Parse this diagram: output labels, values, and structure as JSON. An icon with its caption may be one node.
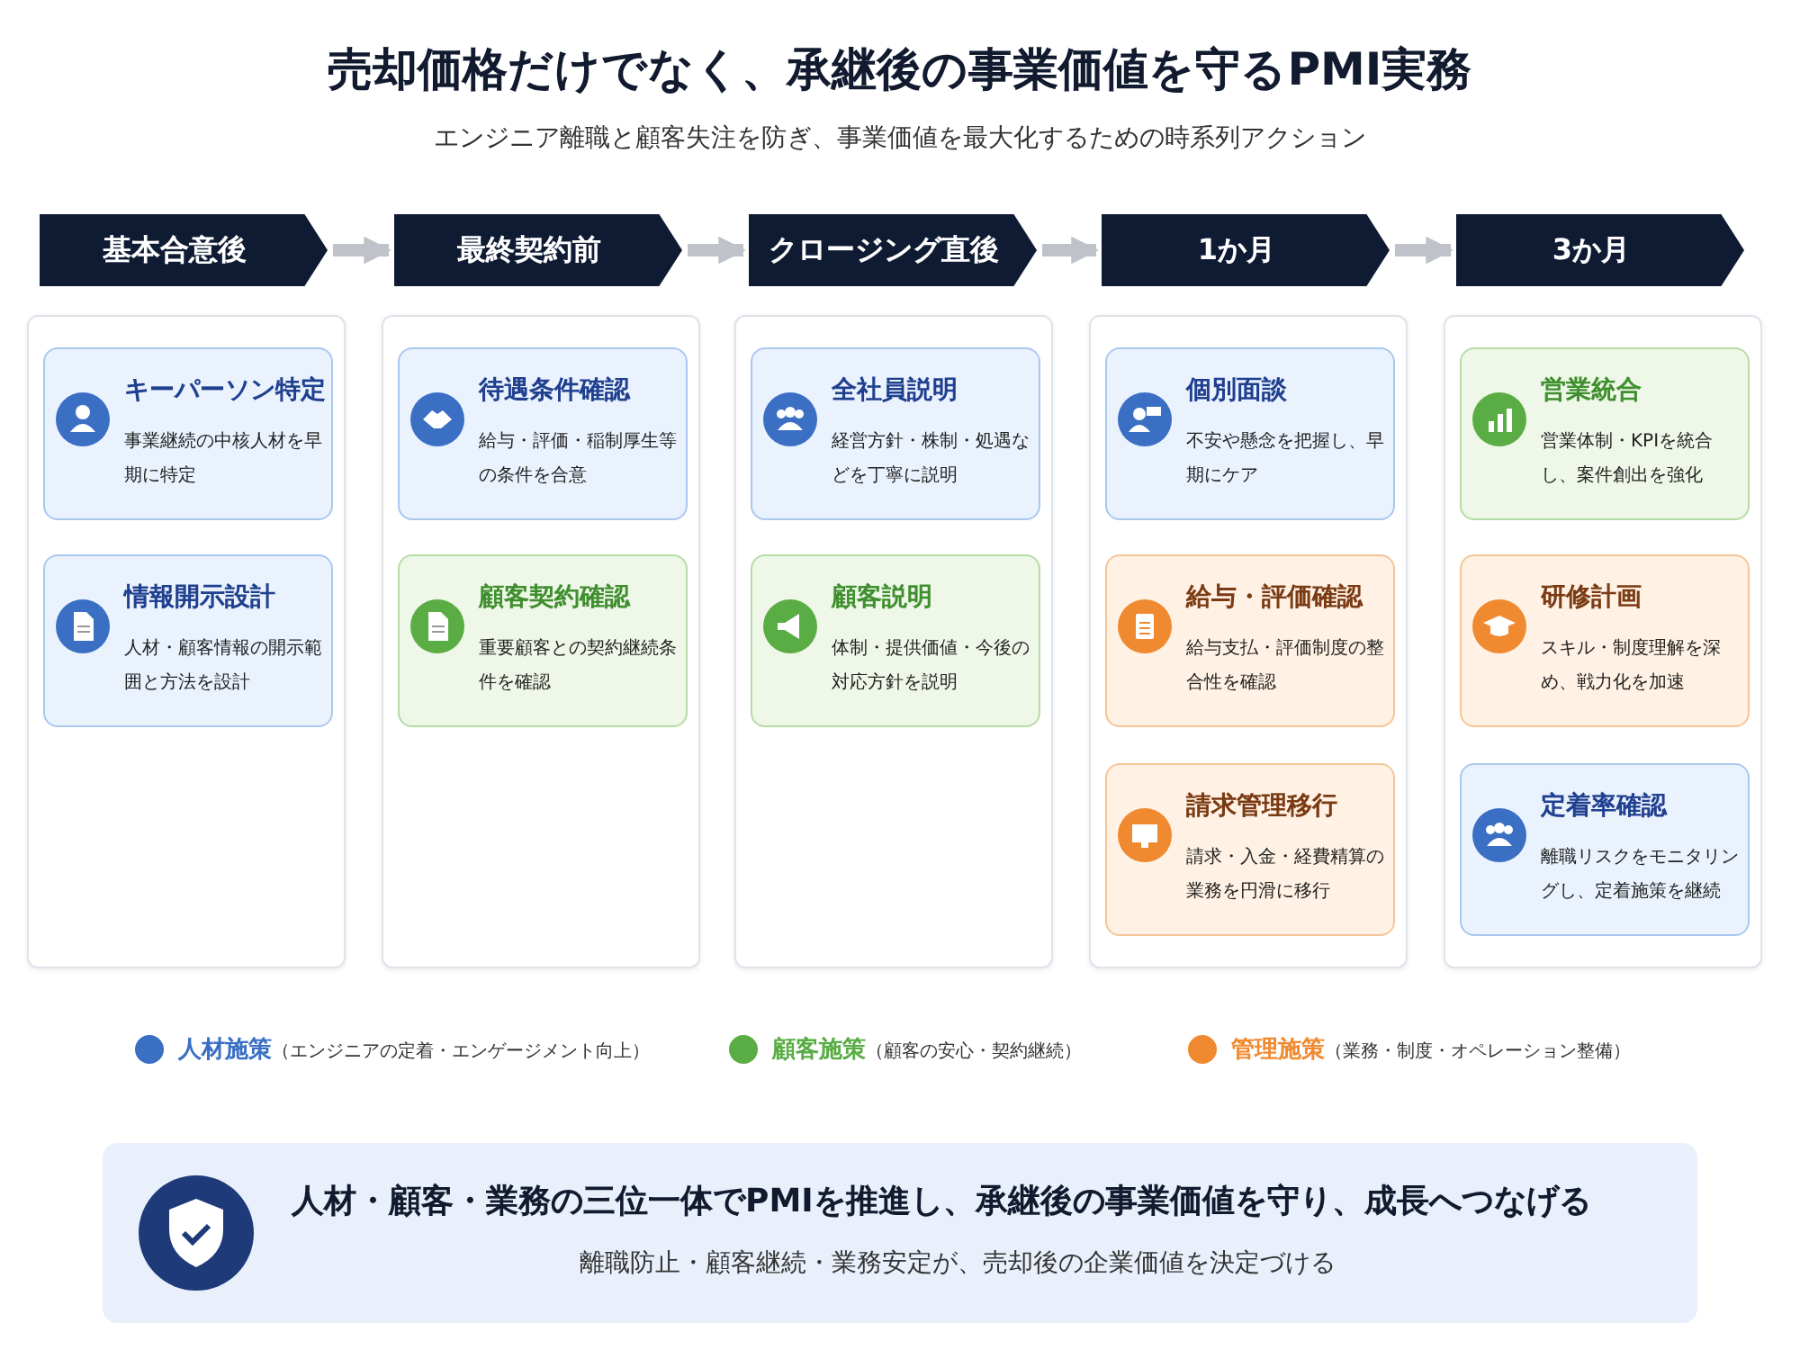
{
  "diagram": {
    "title": "売却価格だけでなく、承継後の事業価値を守るPMI実務",
    "nodes": [
      {
        "text": [
          "基本合意後"
        ]
      },
      {
        "text": [
          "最終契約前"
        ]
      },
      {
        "text": [
          "クロージング直後"
        ]
      },
      {
        "text": [
          "1か月"
        ]
      },
      {
        "text": [
          "3か月"
        ]
      },
      {
        "text": [],
        "shape": "box"
      },
      {
        "text": [
          "キーパーソン特定",
          "事業継続の中核人材を早期に特定"
        ],
        "in": 5
      },
      {
        "text": [
          "情報開示設計",
          "人材・顧客情報の開示範囲と方法を設計"
        ],
        "in": 5
      },
      {
        "text": [],
        "shape": "box"
      },
      {
        "text": [
          "待遇条件確認",
          "給与・評価・稲制厚生等の条件を合意"
        ],
        "in": 8
      },
      {
        "text": [
          "顧客契約確認",
          "重要顧客との契約継続条件を確認"
        ],
        "in": 8
      },
      {
        "text": [],
        "shape": "box"
      },
      {
        "text": [
          "全社員説明",
          "経営方針・株制・処遇などを丁寧に説明"
        ],
        "in": 11
      },
      {
        "text": [
          "顧客説明",
          "体制・提供価値・今後の対応方針を説明"
        ],
        "in": 11
      },
      {
        "text": [],
        "shape": "box"
      },
      {
        "text": [
          "個別面談",
          "不安や懸念を把握し、早期にケア"
        ],
        "in": 14
      },
      {
        "text": [
          "給与・評価確認",
          "給与支払・評価制度の整合性を確認"
        ],
        "in": 14
      },
      {
        "text": [
          "請求管理移行",
          "請求・入金・経費精算の業務を円滑に移行"
        ],
        "in": 14
      },
      {
        "text": [],
        "shape": "box"
      },
      {
        "text": [
          "営業統合",
          "営業体制・KPIを統合し、案件創出を強化"
        ],
        "in": 18
      },
      {
        "text": [
          "研修計画",
          "スキル・制度理解を深め、戦力化を加速"
        ],
        "in": 18
      },
      {
        "text": [
          "定着率確認",
          "離職リスクをモニタリングし、定着施策を継続"
        ],
        "in": 18
      },
      {
        "text": [
          "人材・顧客・業務の三位一体でPMIを推進し、承継後の事業価値を守り、成長へつなげる",
          "離職防止・顧客継続・業務安定が、売却後の企業価値を決定づける"
        ]
      }
    ],
    "edges": [
      {
        "from": 0,
        "to": 1,
        "arrow": "to"
      },
      {
        "from": 1,
        "to": 2,
        "arrow": "to"
      },
      {
        "from": 2,
        "to": 3,
        "arrow": "to"
      },
      {
        "from": 3,
        "to": 4,
        "arrow": "to"
      }
    ],
    "labels": [
      "エンジニア離職と顧客失注を防ぎ、事業価値を最大化するための時系列アクション"
    ],
    "legend": [
      {
        "text": "**人材施策**（エンジニアの定着・エンゲージメント向上）",
        "color": "#3a6fc4"
      },
      {
        "text": "**顧客施策**（顧客の安心・契約継続）",
        "color": "#5aac44"
      },
      {
        "text": "**管理施策**（業務・制度・オペレーション整備）",
        "color": "#f08a30"
      }
    ]
  }
}
